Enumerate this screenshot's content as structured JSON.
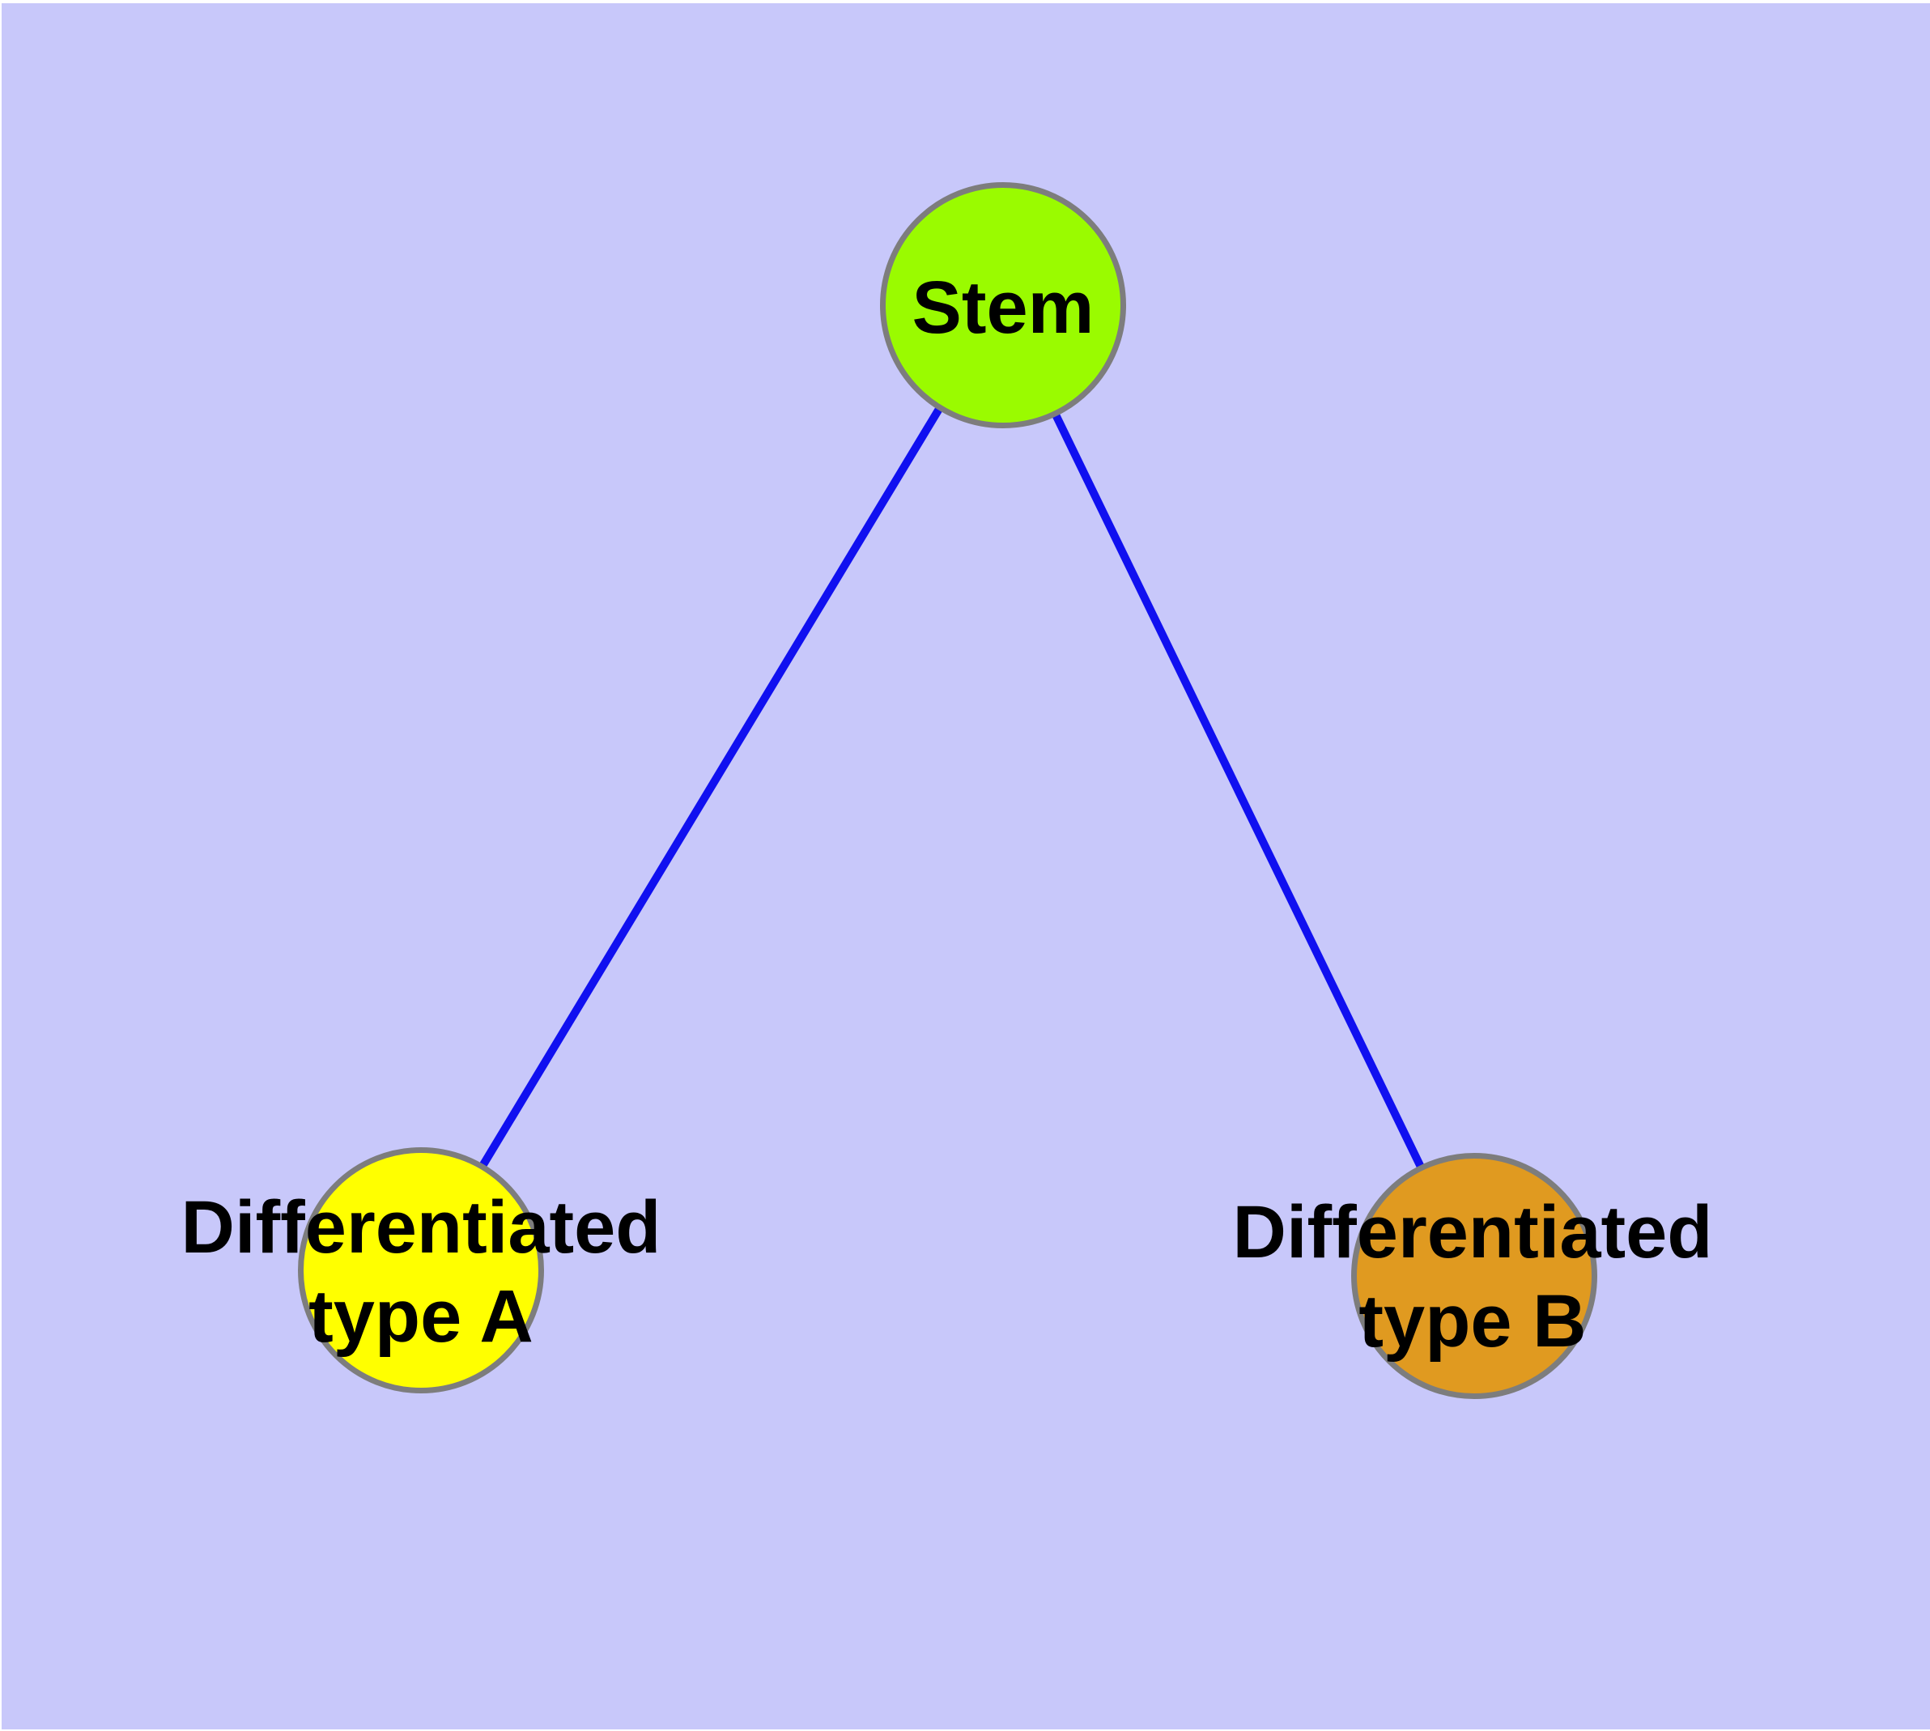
{
  "canvas": {
    "background": "#c8c8fa",
    "frame_color": "#ffffff"
  },
  "diagram": {
    "type": "node-link-graph",
    "text_color": "#000000",
    "nodes": [
      {
        "id": "stem",
        "label": "Stem",
        "fill": "#9afb00",
        "border": "#7d7d7d"
      },
      {
        "id": "type-a",
        "label": "Differentiated\ntype A",
        "fill": "#ffff00",
        "border": "#7d7d7d"
      },
      {
        "id": "type-b",
        "label": "Differentiated\ntype B",
        "fill": "#e09a20",
        "border": "#7d7d7d"
      }
    ],
    "edges": [
      {
        "from": "stem",
        "to": "type-a",
        "color": "#1010f0"
      },
      {
        "from": "stem",
        "to": "type-b",
        "color": "#1010f0"
      }
    ]
  }
}
